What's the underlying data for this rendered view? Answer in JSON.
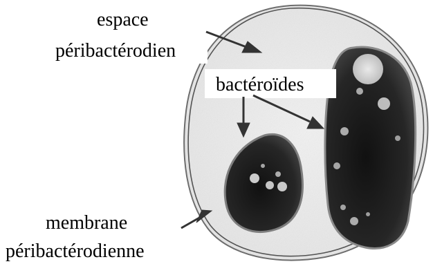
{
  "labels": {
    "espace_line1": "espace",
    "espace_line2": "péribactérodien",
    "bacteroides": "bactéroïdes",
    "membrane_line1": "membrane",
    "membrane_line2": "péribactérodienne"
  }
}
